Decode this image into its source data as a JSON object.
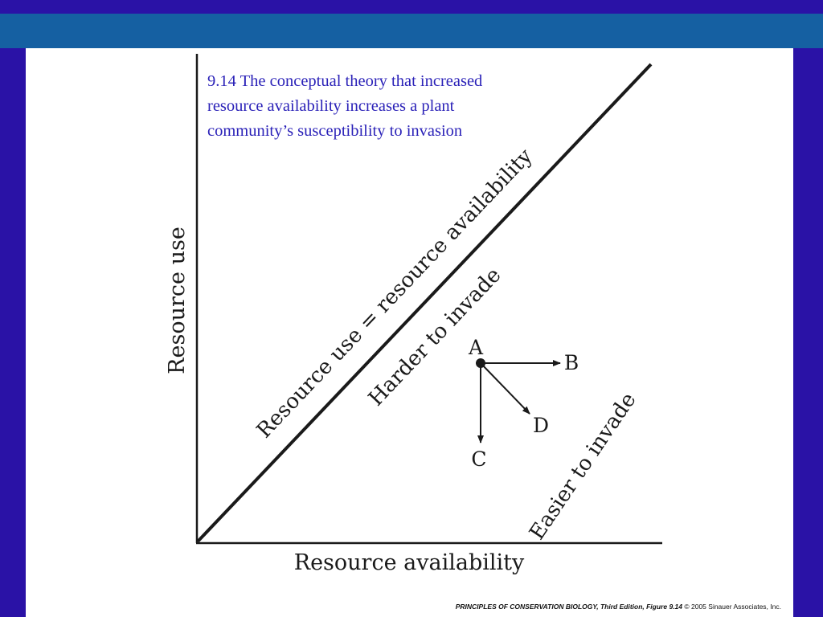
{
  "caption": {
    "line1": "9.14  The conceptual theory that increased",
    "line2": "resource availability increases a plant",
    "line3": "community’s susceptibility to invasion"
  },
  "diagram": {
    "y_axis_label": "Resource use",
    "x_axis_label": "Resource availability",
    "diagonal_label": "Resource use = resource availability",
    "upper_region_label": "Harder to invade",
    "lower_region_label": "Easier to invade",
    "points": {
      "a": "A",
      "b": "B",
      "c": "C",
      "d": "D"
    },
    "line_color": "#1a1a1a"
  },
  "footer": {
    "book_ref": "PRINCIPLES OF CONSERVATION BIOLOGY, Third Edition, Figure 9.14",
    "copyright": "© 2005 Sinauer Associates, Inc."
  }
}
